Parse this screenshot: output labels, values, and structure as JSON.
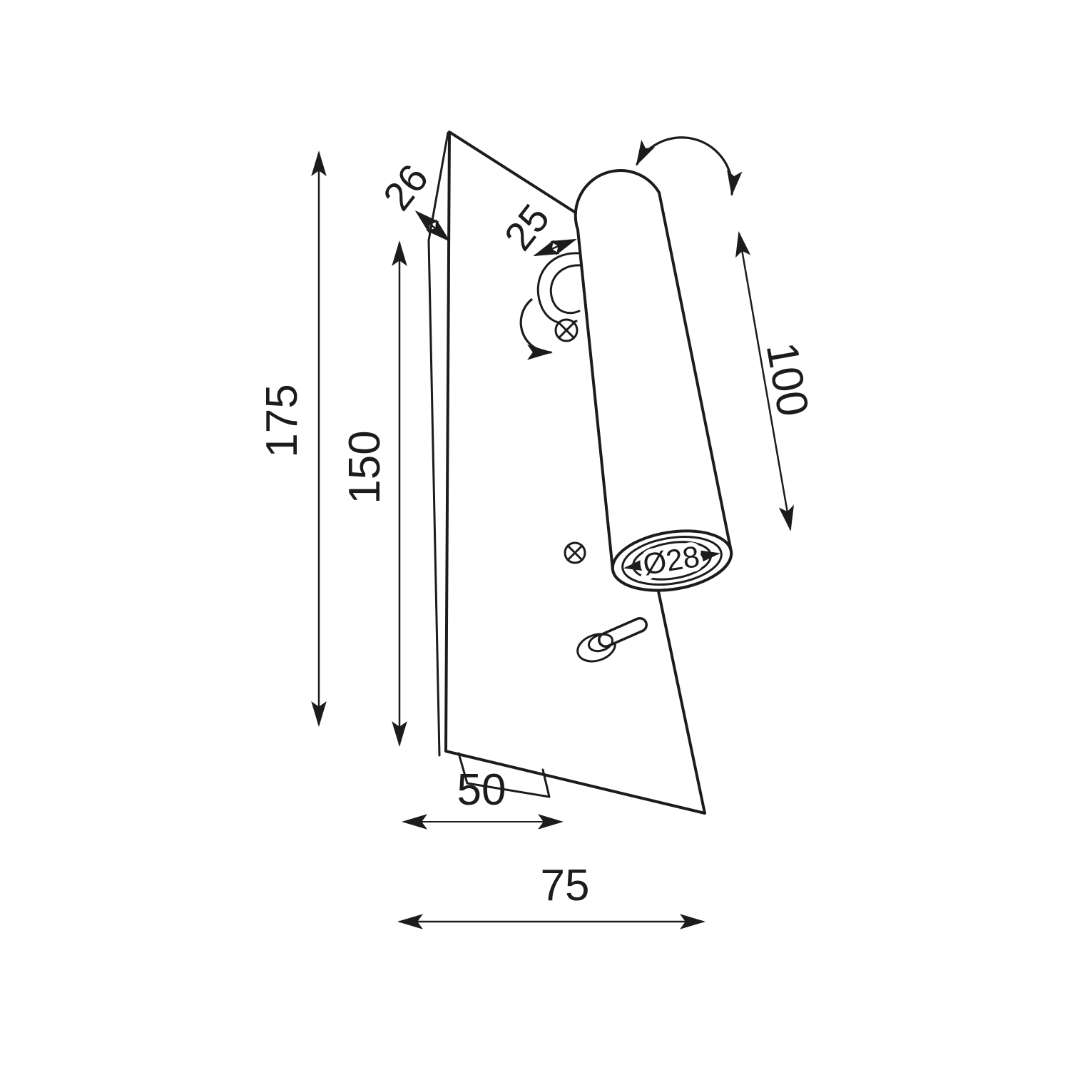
{
  "diagram": {
    "type": "technical-drawing",
    "subject": "wall-mounted adjustable reading spot lamp, dimensional drawing",
    "colors": {
      "line": "#1c1c1c",
      "background": "#ffffff"
    },
    "dimensions": {
      "overall_height": "175",
      "backplate_height": "150",
      "backplate_depth": "26",
      "bracket_offset": "25",
      "spot_tube_length": "100",
      "spot_tube_diameter": "Ø28",
      "base_depth_width": "50",
      "overall_width": "75"
    }
  }
}
